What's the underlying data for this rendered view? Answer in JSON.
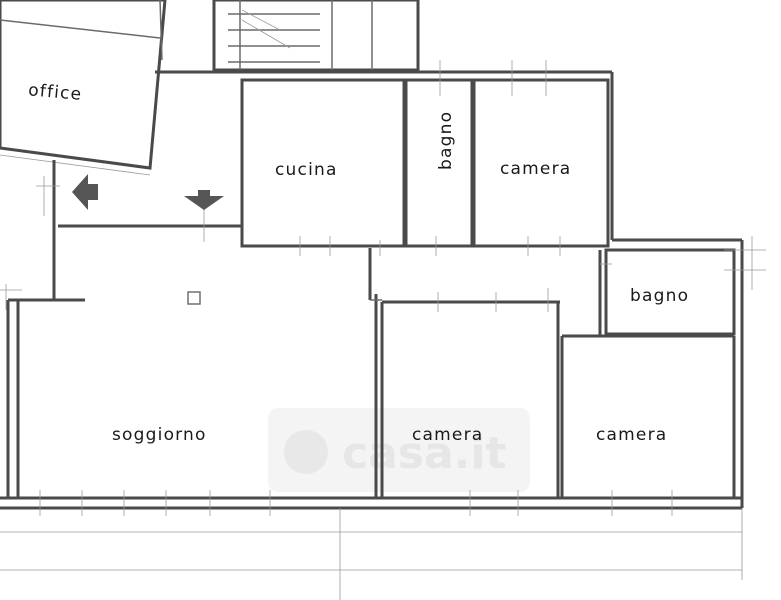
{
  "rooms": {
    "office": "office",
    "cucina": "cucina",
    "bagno_1": "bagno",
    "camera_1": "camera",
    "bagno_2": "bagno",
    "soggiorno": "soggiorno",
    "camera_2": "camera",
    "camera_3": "camera"
  },
  "watermark": {
    "text": "casa.it"
  },
  "colors": {
    "wall": "#4a4a4a",
    "label": "#1a1a1a",
    "watermark": "#e6e6e6",
    "background": "#ffffff"
  }
}
